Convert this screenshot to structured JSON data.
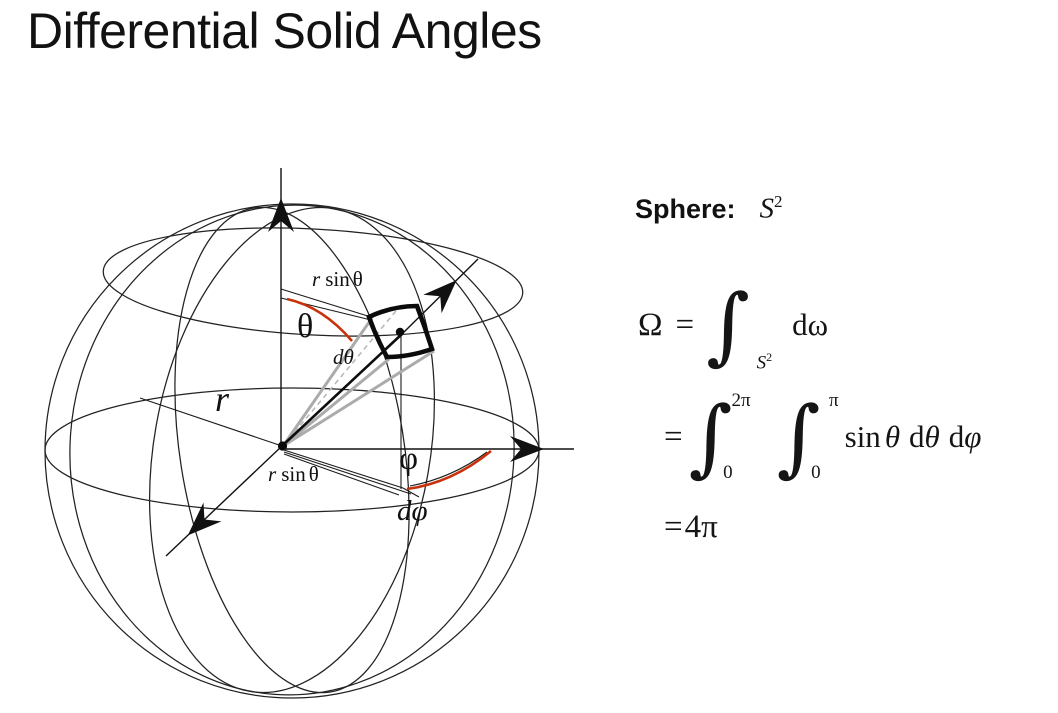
{
  "title": "Differential Solid Angles",
  "colors": {
    "accent_red": "#c8320a",
    "ink": "#1b1b1b",
    "cone_gray": "#ababab"
  },
  "diagram": {
    "labels": {
      "radius_top": {
        "coeff": "r",
        "fn": "sin",
        "angle": "θ"
      },
      "theta": "θ",
      "d_theta": "dθ",
      "radius": "r",
      "radius_bottom": {
        "coeff": "r",
        "fn": "sin",
        "angle": "θ"
      },
      "phi": "φ",
      "d_phi": "dφ"
    }
  },
  "panel": {
    "heading": "Sphere:",
    "space_symbol": "S",
    "space_sup": "2",
    "eq1": {
      "lhs": "Ω",
      "equals": "=",
      "integral": "∫",
      "domain": "S",
      "domain_sup": "2",
      "integrand": "dω"
    },
    "eq2": {
      "equals": "=",
      "integral": "∫",
      "upper1": "2π",
      "lower1": "0",
      "upper2": "π",
      "lower2": "0",
      "fn": "sin",
      "theta": "θ",
      "d": "d",
      "phi": "φ"
    },
    "eq3": {
      "equals": "=",
      "value": "4π"
    }
  }
}
